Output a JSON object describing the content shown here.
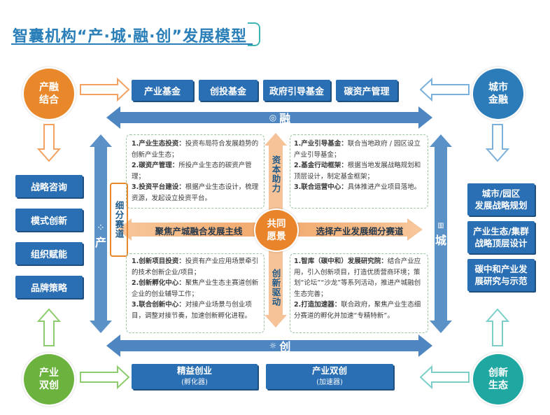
{
  "title": "智囊机构“产·城·融·创”发展模型",
  "corners": {
    "top_left": [
      "产融",
      "结合"
    ],
    "top_right": [
      "城市",
      "金融"
    ],
    "bottom_left": [
      "产业",
      "双创"
    ],
    "bottom_right": [
      "创新",
      "生态"
    ]
  },
  "top_boxes": [
    "产业基金",
    "创投基金",
    "政府引导基金",
    "碳资产管理"
  ],
  "left_boxes": [
    "战略咨询",
    "模式创新",
    "组织赋能",
    "品牌策略"
  ],
  "right_boxes": [
    [
      "城市/园区",
      "发展战略规划"
    ],
    [
      "产业生态/集群",
      "战略顶层设计"
    ],
    [
      "碳中和产业发",
      "展研究与示范"
    ]
  ],
  "bottom_boxes": [
    {
      "main": "精益创业",
      "sub": "(孵化器)"
    },
    {
      "main": "产业双创",
      "sub": "(加速器)"
    }
  ],
  "bars": {
    "top": "融",
    "bottom": "创",
    "left": "产",
    "right": "城"
  },
  "vertical_labels": {
    "capital": "资本助力",
    "innovation": "创新驱动",
    "segment": "细分赛道"
  },
  "hub": {
    "center": [
      "共同",
      "愿景"
    ],
    "left": "聚焦产城融合发展主线",
    "right": "选择产业发展细分赛道"
  },
  "quadrants": {
    "top_left": [
      {
        "head": "1.产业生态投资：",
        "body": "投资布局符合发展趋势的创新产业生态；"
      },
      {
        "head": "2.碳资产管理：",
        "body": "所投产业生态的碳资产管理；"
      },
      {
        "head": "3.投资平台建设：",
        "body": "根据产业生态设计，梳理资源，发起设立投资平台。"
      }
    ],
    "top_right": [
      {
        "head": "1.产业引导基金：",
        "body": "联合当地政府 / 园区设立产业引导基金；"
      },
      {
        "head": "2.基金行动框架：",
        "body": "根据当地发展战略规划和顶层设计，制定基金框架；"
      },
      {
        "head": "3.联合运营中心：",
        "body": "具体推进产业项目落地。"
      }
    ],
    "bottom_left": [
      {
        "head": "1.创新项目投资：",
        "body": "投资有产业应用场景牵引的技术创新企业/项目；"
      },
      {
        "head": "2.创新孵化中心：",
        "body": "聚焦产业生态主赛道创新企业的创业辅导工作；"
      },
      {
        "head": "3.联合创新中心：",
        "body": "对接产业场景与创业项目，调整对接节奏，加速创新孵化进程。"
      }
    ],
    "bottom_right": [
      {
        "head": "1.智库（碳中和）发展研究院：",
        "body": "结合产业应用，引入创新项目，打造优质营商环境；策划“论坛”“沙龙”等系列活动，推进产城融创生态完善；"
      },
      {
        "head": "2.打造加速器：",
        "body": "联合政府，聚焦产业生态细分赛道的孵化并加速“专精特新”。"
      }
    ]
  },
  "colors": {
    "blue": "#2a6fb3",
    "bar": "#4d86c0",
    "orange": "#e8882a",
    "green": "#6bb33e",
    "teal": "#1fa7a1",
    "hub_orange": "#e9842b"
  }
}
